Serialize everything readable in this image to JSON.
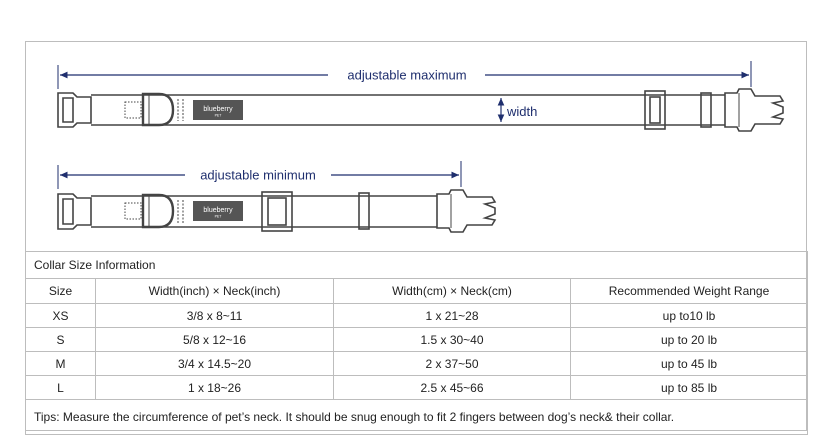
{
  "diagram": {
    "max_label": "adjustable maximum",
    "width_label": "width",
    "min_label": "adjustable minimum",
    "brand": "blueberry",
    "brand_sub": "PET",
    "colors": {
      "line": "#444444",
      "arrow": "#1f2f6e",
      "tag": "#555555"
    }
  },
  "table": {
    "title": "Collar Size Information",
    "headers": [
      "Size",
      "Width(inch) × Neck(inch)",
      "Width(cm) × Neck(cm)",
      "Recommended Weight Range"
    ],
    "rows": [
      [
        "XS",
        "3/8 x 8~11",
        "1 x 21~28",
        "up to10 lb"
      ],
      [
        "S",
        "5/8 x 12~16",
        "1.5 x 30~40",
        "up to 20 lb"
      ],
      [
        "M",
        "3/4 x 14.5~20",
        "2 x 37~50",
        "up to 45 lb"
      ],
      [
        "L",
        "1 x 18~26",
        "2.5 x 45~66",
        "up to 85 lb"
      ]
    ],
    "tips": "Tips: Measure the circumference of pet’s neck. It should be snug enough to fit 2 fingers between dog’s neck& their collar."
  }
}
